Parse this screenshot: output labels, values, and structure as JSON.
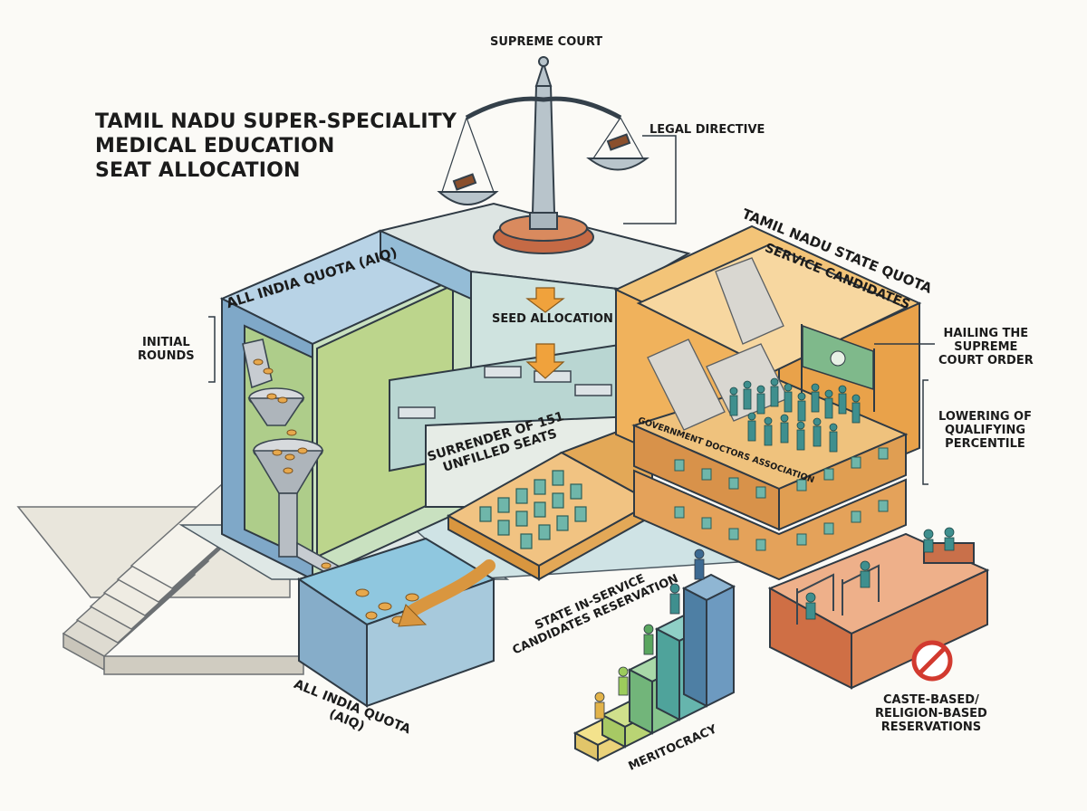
{
  "title": {
    "line1": "TAMIL NADU SUPER-SPECIALITY",
    "line2": "MEDICAL EDUCATION",
    "line3": "SEAT ALLOCATION"
  },
  "labels": {
    "supreme_court": "SUPREME COURT",
    "legal_directive": "LEGAL DIRECTIVE",
    "aiq_top": "ALL INDIA QUOTA (AIQ)",
    "tn_state_quota": "TAMIL NADU STATE QUOTA",
    "service_candidates": "SERVICE CANDIDATES",
    "initial_rounds_1": "INITIAL",
    "initial_rounds_2": "ROUNDS",
    "seed_allocation": "SEED ALLOCATION",
    "hailing_1": "HAILING THE",
    "hailing_2": "SUPREME",
    "hailing_3": "COURT ORDER",
    "lowering_1": "LOWERING OF",
    "lowering_2": "QUALIFYING",
    "lowering_3": "PERCENTILE",
    "gda": "GOVERNMENT DOCTORS ASSOCIATION",
    "surrender_1": "SURRENDER OF 151",
    "surrender_2": "UNFILLED SEATS",
    "state_inservice_1": "STATE IN-SERVICE",
    "state_inservice_2": "CANDIDATES RESERVATION",
    "aiq_bottom_1": "ALL INDIA QUOTA",
    "aiq_bottom_2": "(AIQ)",
    "meritocracy": "MERITOCRACY",
    "caste_1": "CASTE-BASED/",
    "caste_2": "RELIGION-BASED",
    "caste_3": "RESERVATIONS"
  },
  "colors": {
    "aiq_blue": "#8fb6d3",
    "aiq_green": "#bcd58c",
    "state_orange": "#f0b25c",
    "reservation_red": "#dd8a5a",
    "figure_teal": "#3f8f8e",
    "outline": "#2f3a44"
  }
}
